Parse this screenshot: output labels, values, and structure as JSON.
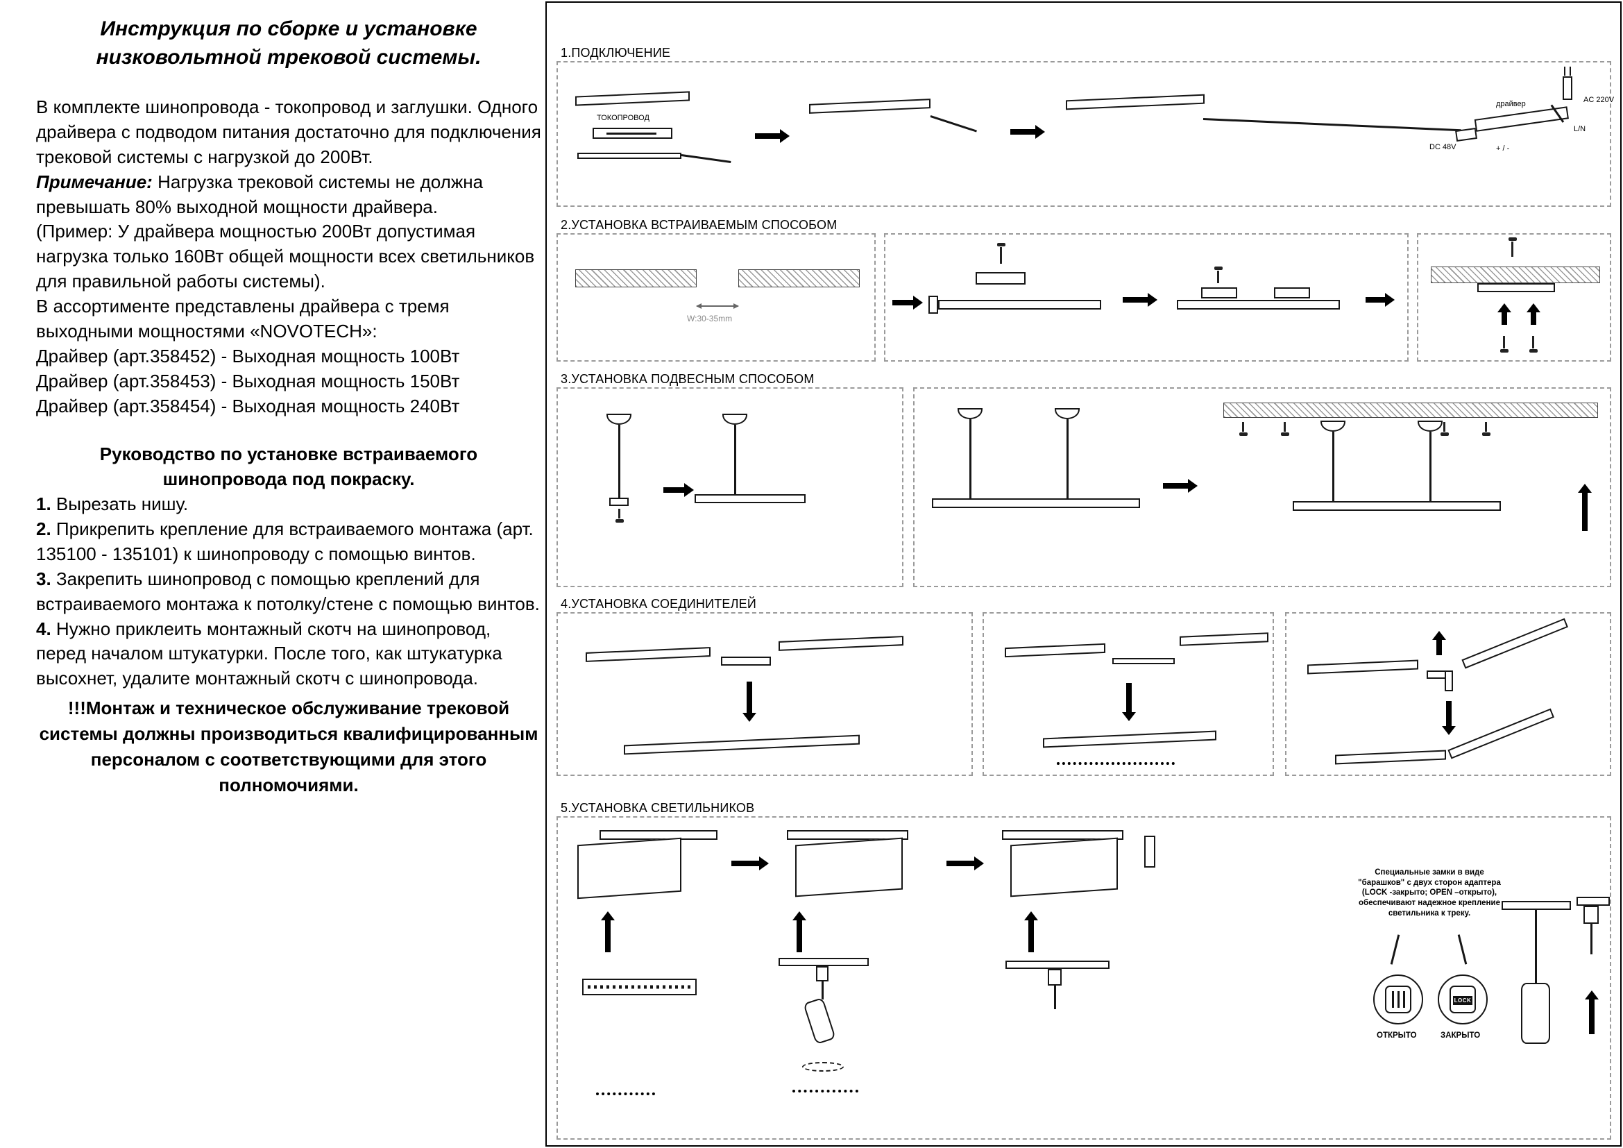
{
  "document": {
    "title": "Инструкция по сборке и установке низковольтной трековой системы.",
    "intro": "В комплекте шинопровода - токопровод и заглушки. Одного драйвера с подводом питания достаточно для подключения трековой системы с нагрузкой до 200Вт.",
    "note_label": "Примечание:",
    "note_text": "Нагрузка трековой системы не должна превышать 80% выходной мощности драйвера.",
    "example": "(Пример: У драйвера мощностью 200Вт допустимая нагрузка только 160Вт общей мощности всех светильников для правильной работы системы).",
    "assortment": "В ассортименте представлены драйвера с тремя выходными мощностями «NOVOTECH»:",
    "drivers": [
      "Драйвер (арт.358452) - Выходная мощность 100Вт",
      "Драйвер (арт.358453) - Выходная мощность 150Вт",
      "Драйвер (арт.358454) - Выходная мощность 240Вт"
    ],
    "guide_title": "Руководство по установке встраиваемого шинопровода под покраску.",
    "steps": [
      {
        "num": "1.",
        "text": "Вырезать нишу."
      },
      {
        "num": "2.",
        "text": "Прикрепить крепление для встраиваемого монтажа (арт. 135100 - 135101) к шинопроводу с помощью винтов."
      },
      {
        "num": "3.",
        "text": "Закрепить шинопровод с помощью креплений для встраиваемого монтажа к потолку/стене с помощью винтов."
      },
      {
        "num": "4.",
        "text": "Нужно приклеить монтажный скотч на шинопровод, перед началом штукатурки. После того, как штукатурка высохнет, удалите монтажный скотч с шинопровода."
      }
    ],
    "warning": "!!!Монтаж и техническое обслуживание трековой системы должны производиться квалифицированным персоналом с соответствующими для этого полномочиями."
  },
  "sections": {
    "s1": {
      "title": "1.ПОДКЛЮЧЕНИЕ",
      "labels": {
        "busbar": "ТОКОПРОВОД",
        "dc": "DC 48V",
        "driver": "драйвер",
        "ac": "AC 220V",
        "ln": "L/N",
        "polarity": "+ / -"
      }
    },
    "s2": {
      "title": "2.УСТАНОВКА ВСТРАИВАЕМЫМ СПОСОБОМ",
      "labels": {
        "width": "W:30-35mm"
      }
    },
    "s3": {
      "title": "3.УСТАНОВКА ПОДВЕСНЫМ СПОСОБОМ"
    },
    "s4": {
      "title": "4.УСТАНОВКА СОЕДИНИТЕЛЕЙ"
    },
    "s5": {
      "title": "5.УСТАНОВКА СВЕТИЛЬНИКОВ",
      "note": "Специальные замки в виде \"барашков\" с двух сторон адаптера (LOCK -закрыто; OPEN –открыто), обеспечивают надежное крепление светильника к треку.",
      "labels": {
        "open": "ОТКРЫТО",
        "closed": "ЗАКРЫТО",
        "lock": "LOCK"
      }
    }
  }
}
